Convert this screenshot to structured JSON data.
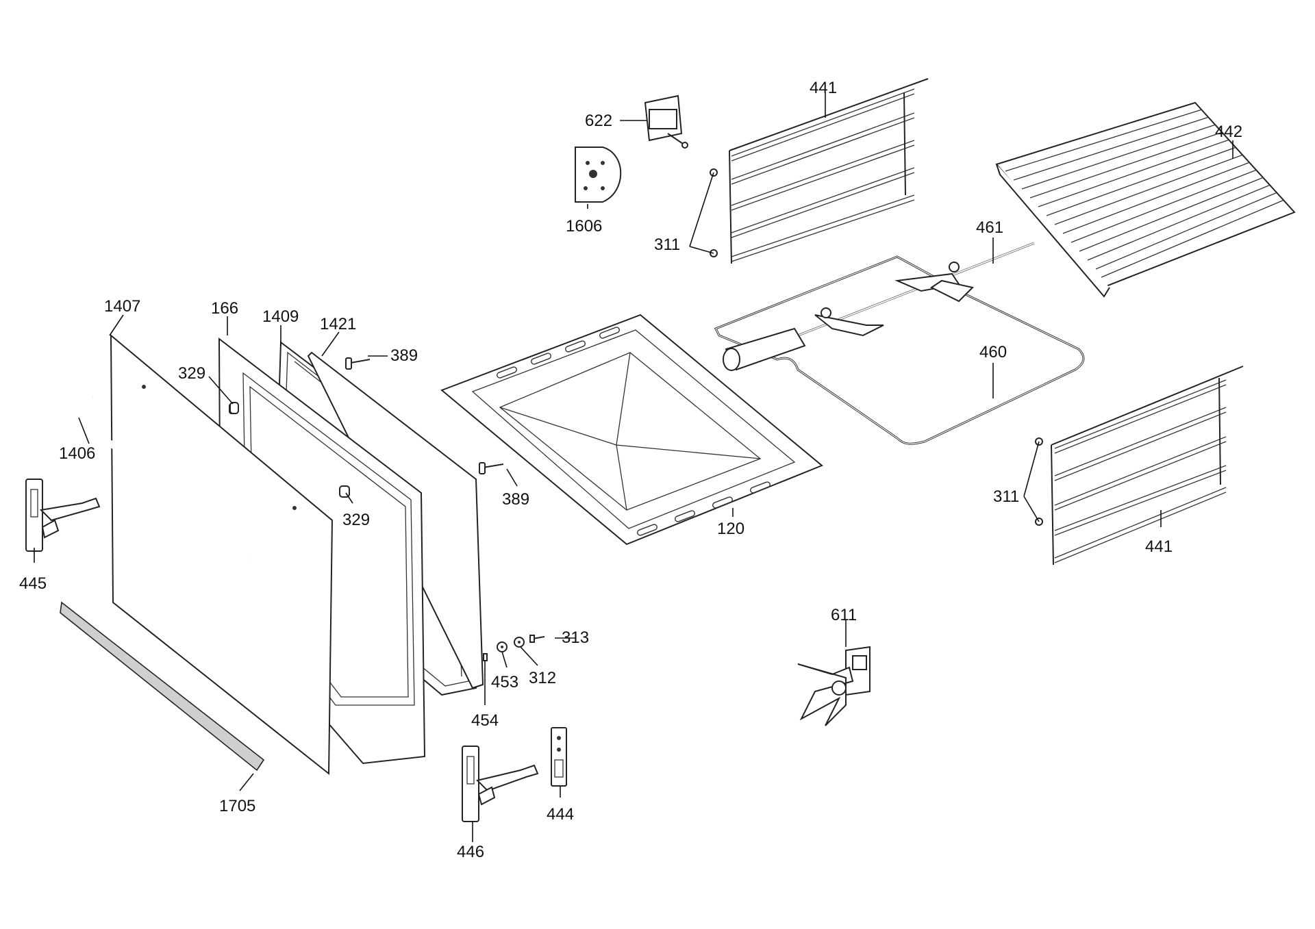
{
  "labels": {
    "p622": "622",
    "p1606": "1606",
    "p311a": "311",
    "p441a": "441",
    "p442": "442",
    "p461": "461",
    "p460": "460",
    "p311b": "311",
    "p441b": "441",
    "p1407": "1407",
    "p166": "166",
    "p1409": "1409",
    "p1421": "1421",
    "p329a": "329",
    "p389a": "389",
    "p1406": "1406",
    "p329b": "329",
    "p389b": "389",
    "p120": "120",
    "p445": "445",
    "p611": "611",
    "p313": "313",
    "p453": "453",
    "p312": "312",
    "p454": "454",
    "p1705": "1705",
    "p444": "444",
    "p446": "446"
  }
}
